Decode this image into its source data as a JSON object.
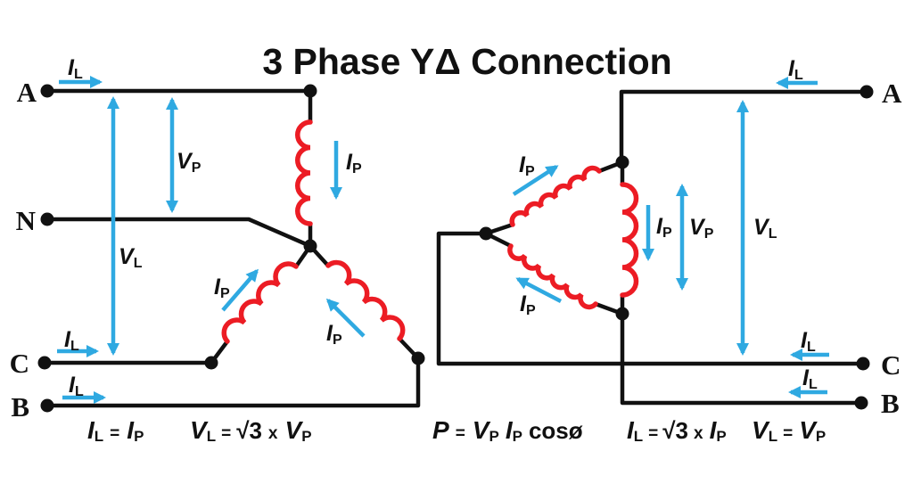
{
  "title": "3 Phase YΔ Connection",
  "colors": {
    "wire": "#111111",
    "coil": "#ec1c24",
    "arrow": "#2fa9e1",
    "text": "#111111"
  },
  "terminals_left": {
    "a": "A",
    "n": "N",
    "c": "C",
    "b": "B"
  },
  "terminals_right": {
    "a": "A",
    "c": "C",
    "b": "B"
  },
  "labels": {
    "il": {
      "m": "I",
      "s": "L"
    },
    "ip": {
      "m": "I",
      "s": "P"
    },
    "vp": {
      "m": "V",
      "s": "P"
    },
    "vl": {
      "m": "V",
      "s": "L"
    }
  },
  "formulas": {
    "wye_current": {
      "lm": "I",
      "ls": "L",
      "eq": "=",
      "rm": "I",
      "rs": "P"
    },
    "wye_voltage": {
      "lm": "V",
      "ls": "L",
      "eq": "=",
      "root": "√3",
      "times": "x",
      "rm": "V",
      "rs": "P"
    },
    "power": {
      "lm": "P",
      "eq": "=",
      "vm": "V",
      "vs": "P",
      "im": "I",
      "is": "P",
      "cos": "cosø"
    },
    "delta_current": {
      "lm": "I",
      "ls": "L",
      "eq": "=",
      "root": "√3",
      "times": "x",
      "rm": "I",
      "rs": "P"
    },
    "delta_voltage": {
      "lm": "V",
      "ls": "L",
      "eq": "=",
      "rm": "V",
      "rs": "P"
    }
  }
}
